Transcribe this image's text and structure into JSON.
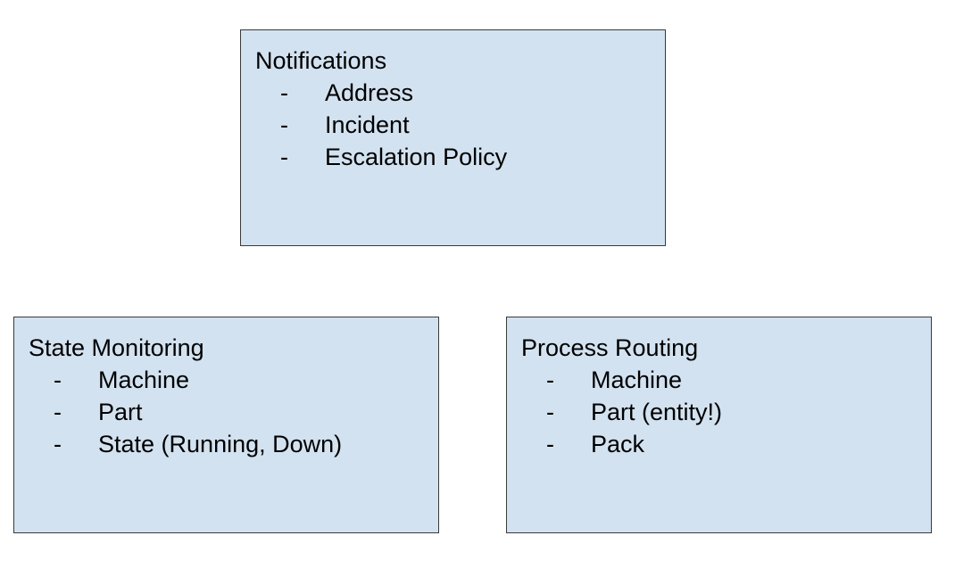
{
  "colors": {
    "box_fill": "#d3e2f0",
    "box_border": "#3a3a3a"
  },
  "boxes": [
    {
      "title": "Notifications",
      "items": [
        "Address",
        "Incident",
        "Escalation Policy"
      ]
    },
    {
      "title": "State Monitoring",
      "items": [
        "Machine",
        "Part",
        "State (Running, Down)"
      ]
    },
    {
      "title": "Process Routing",
      "items": [
        "Machine",
        "Part (entity!)",
        "Pack"
      ]
    }
  ],
  "bullet": "-"
}
